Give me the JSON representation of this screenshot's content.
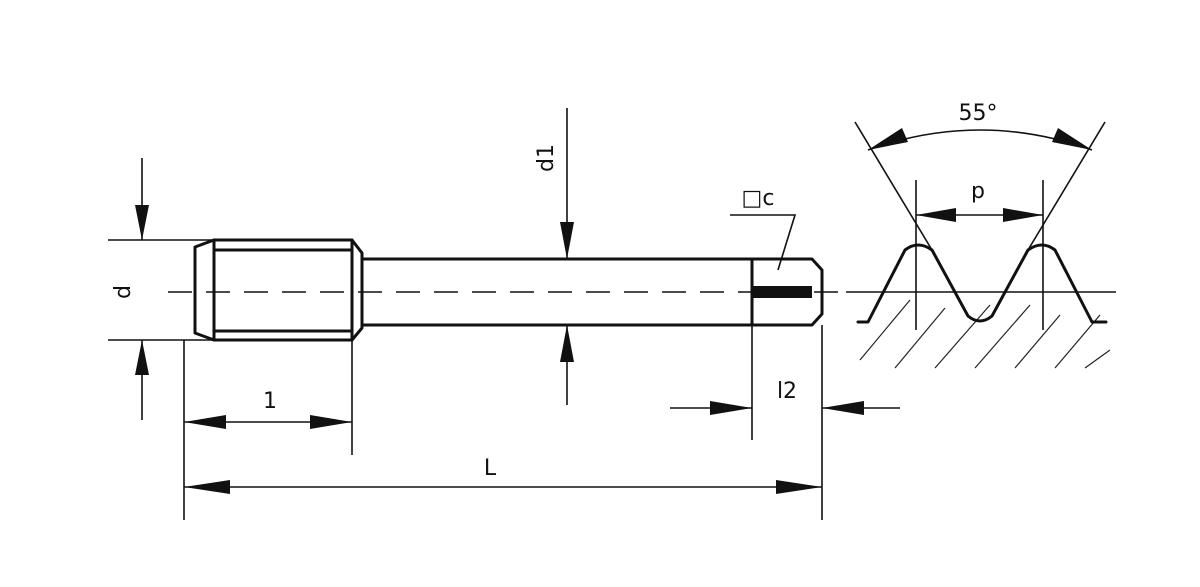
{
  "labels": {
    "d": "d",
    "d1": "d1",
    "l1": "1",
    "l2": "l2",
    "L": "L",
    "c": "□c",
    "angle": "55°",
    "p": "p"
  },
  "colors": {
    "line": "#111111",
    "background": "#ffffff"
  }
}
